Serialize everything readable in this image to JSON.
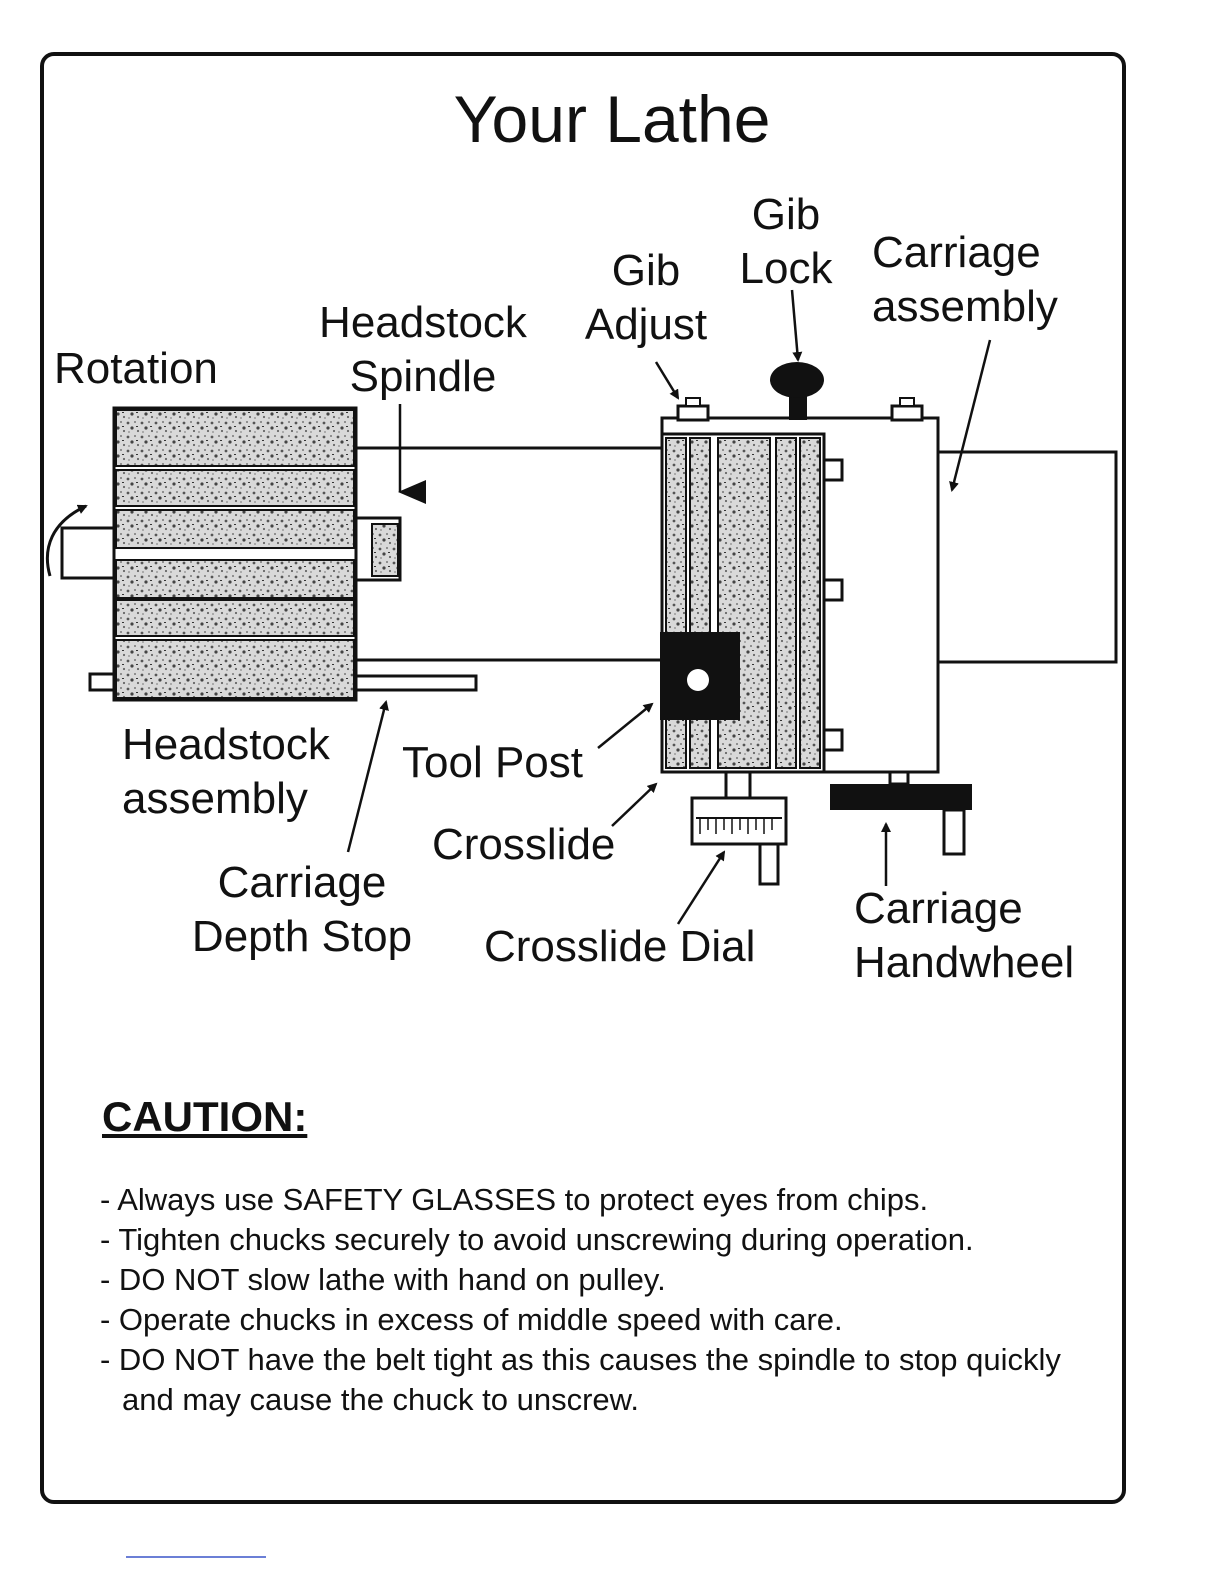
{
  "page": {
    "title": "Your Lathe"
  },
  "labels": {
    "rotation": "Rotation",
    "headstock_spindle": [
      "Headstock",
      "Spindle"
    ],
    "gib_adjust": [
      "Gib",
      "Adjust"
    ],
    "gib_lock": [
      "Gib",
      "Lock"
    ],
    "carriage_assembly": [
      "Carriage",
      "assembly"
    ],
    "headstock_assembly": [
      "Headstock",
      "assembly"
    ],
    "tool_post": "Tool Post",
    "crosslide": "Crosslide",
    "carriage_depth_stop": [
      "Carriage",
      "Depth Stop"
    ],
    "crosslide_dial": "Crosslide Dial",
    "carriage_handwheel": [
      "Carriage",
      "Handwheel"
    ]
  },
  "caution": {
    "heading": "CAUTION:",
    "items": [
      "- Always use SAFETY GLASSES to protect eyes from chips.",
      "- Tighten chucks securely to avoid unscrewing during operation.",
      "- DO NOT slow lathe with hand on pulley.",
      "- Operate chucks in excess of middle speed with care.",
      "- DO NOT have the belt tight as this causes the spindle to stop quickly and may cause the chuck to unscrew."
    ]
  }
}
